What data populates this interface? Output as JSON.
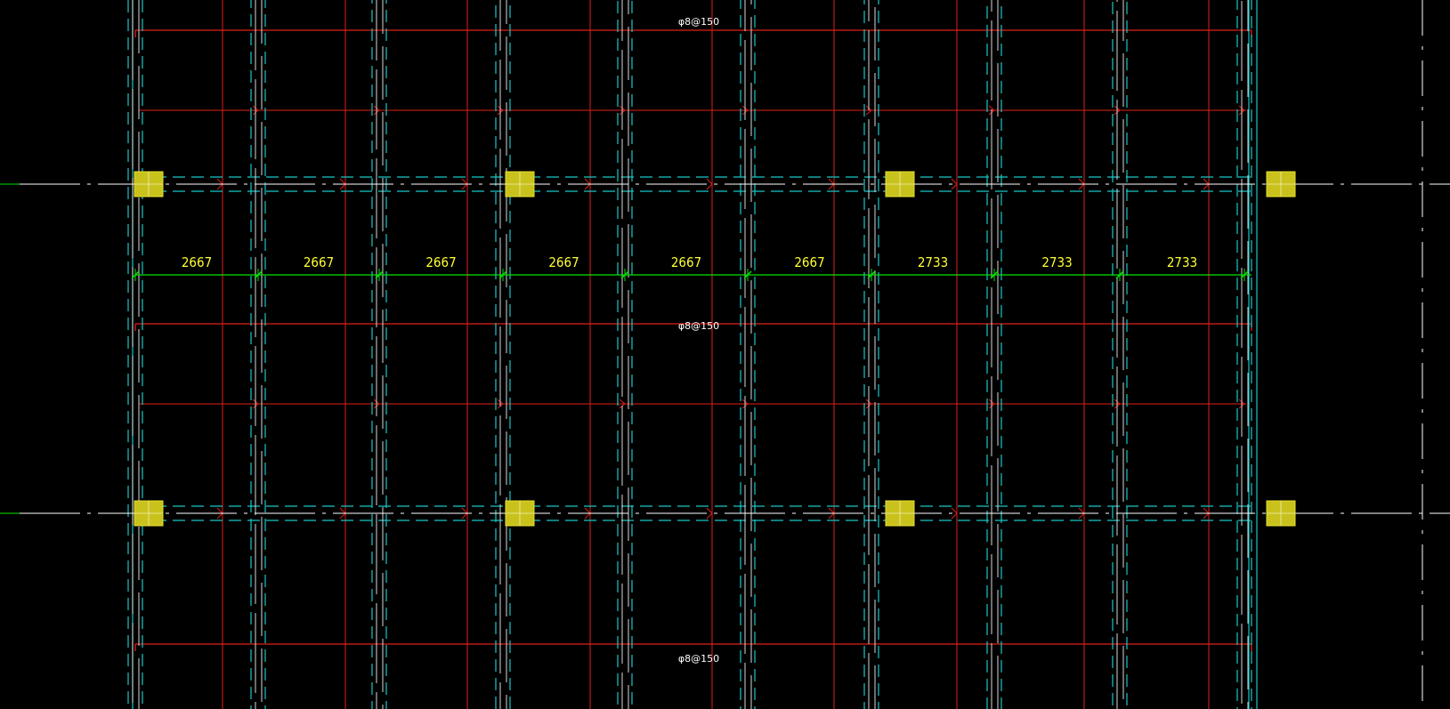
{
  "colors": {
    "background": "#000000",
    "rebar": "#e0201a",
    "beam_dashed": "#19c7c7",
    "axis": "#ffffff",
    "dimension": "#00e600",
    "column": "#c9c21d",
    "dimension_text": "#ffff33",
    "label_text": "#ffffff"
  },
  "dimensions": [
    "2667",
    "2667",
    "2667",
    "2667",
    "2667",
    "2667",
    "2733",
    "2733",
    "2733"
  ],
  "rebar_labels": [
    "φ8@150",
    "φ8@150",
    "φ8@150"
  ]
}
